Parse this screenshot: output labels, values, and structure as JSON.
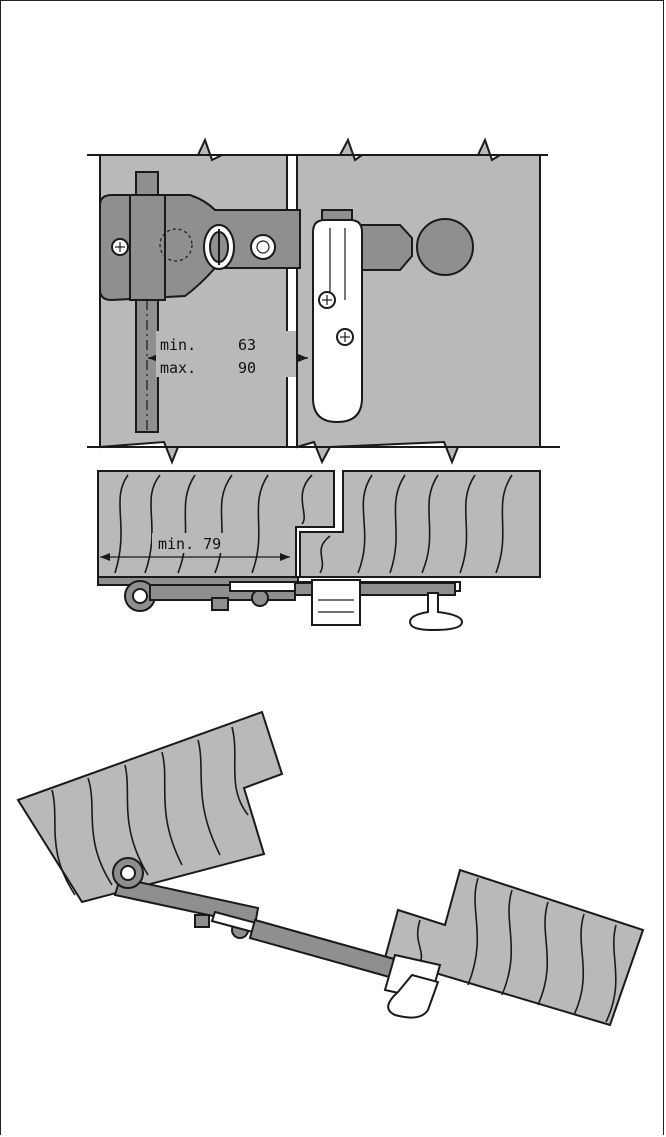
{
  "dimensions": {
    "top_view": {
      "min": "min.",
      "min_value": "63",
      "max": "max.",
      "max_value": "90"
    },
    "section_view": {
      "label": "min. 79"
    }
  },
  "colors": {
    "door_fill": "#b9b9b9",
    "metal_fill": "#8f8f8f",
    "line": "#1a1a1a",
    "background": "#ffffff"
  },
  "icons": [
    "screw-icon",
    "screw-icon",
    "screw-icon"
  ]
}
